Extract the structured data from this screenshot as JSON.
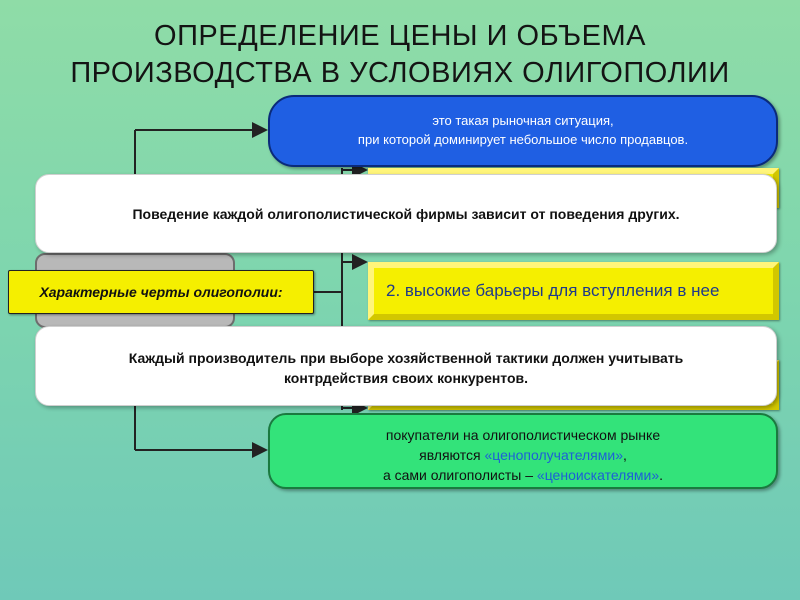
{
  "title": {
    "line1": "ОПРЕДЕЛЕНИЕ ЦЕНЫ И ОБЪЕМА",
    "line2": "ПРОИЗВОДСТВА В УСЛОВИЯХ ОЛИГОПОЛИИ"
  },
  "definition": {
    "line1": "это такая рыночная ситуация,",
    "line2": "при которой доминирует небольшое число продавцов."
  },
  "feature_label": "Характерные черты олигополии:",
  "feature2": "2. высокие барьеры для вступления в нее",
  "behavior_note": "Поведение каждой олигополистической фирмы зависит от поведения других.",
  "producer_note": {
    "line1": "Каждый производитель при выборе хозяйственной тактики должен учитывать",
    "line2": "контрдействия своих конкурентов."
  },
  "buyers": {
    "line1": "покупатели на олигополистическом рынке",
    "line2_prefix": "являются ",
    "line2_term": "«ценополучателями»",
    "line2_suffix": ",",
    "line3_prefix": "а сами олигополисты – ",
    "line3_term": "«ценоискателями»",
    "line3_suffix": "."
  }
}
